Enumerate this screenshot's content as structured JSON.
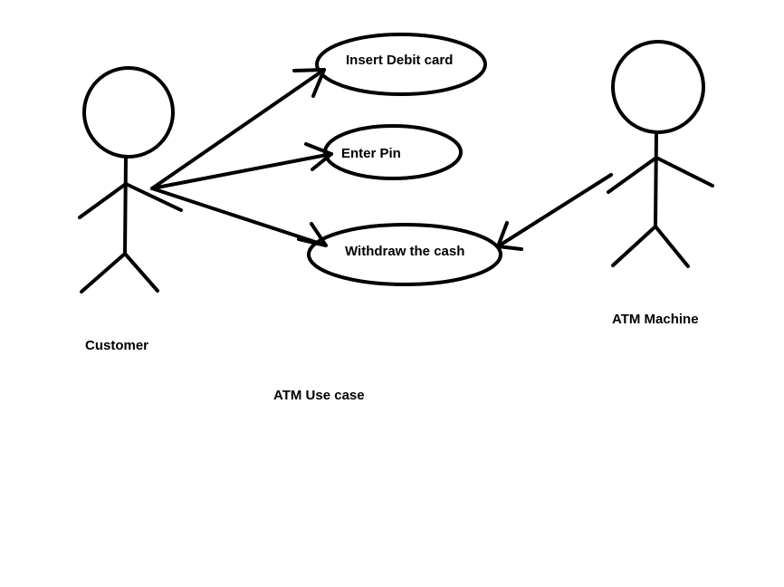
{
  "actors": {
    "customer": {
      "label": "Customer"
    },
    "atm_machine": {
      "label": "ATM Machine"
    }
  },
  "use_cases": {
    "insert_card": {
      "label": "Insert Debit card"
    },
    "enter_pin": {
      "label": "Enter Pin"
    },
    "withdraw_cash": {
      "label": "Withdraw the cash"
    }
  },
  "caption": "ATM Use case",
  "colors": {
    "ink": "#000000",
    "background": "#ffffff"
  }
}
